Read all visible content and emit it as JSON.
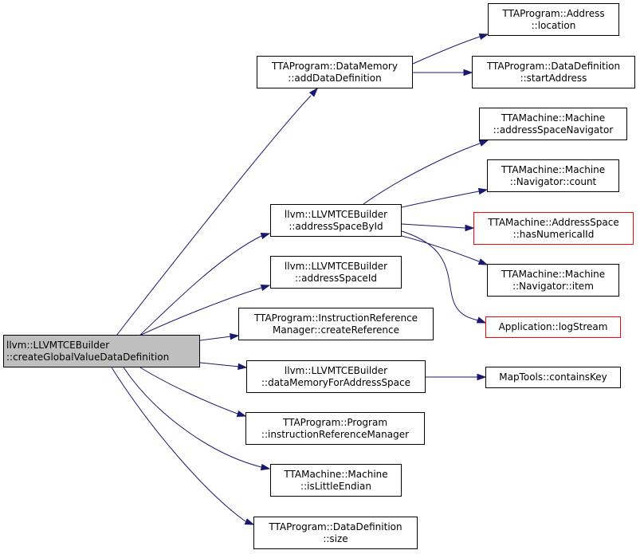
{
  "graph": {
    "root": {
      "id": "root",
      "lines": [
        "llvm::LLVMTCEBuilder",
        "::createGlobalValueDataDefinition"
      ],
      "highlight": true
    },
    "nodes": [
      {
        "id": "n1",
        "lines": [
          "TTAProgram::DataMemory",
          "::addDataDefinition"
        ]
      },
      {
        "id": "n2",
        "lines": [
          "TTAProgram::Address",
          "::location"
        ]
      },
      {
        "id": "n3",
        "lines": [
          "TTAProgram::DataDefinition",
          "::startAddress"
        ]
      },
      {
        "id": "n4",
        "lines": [
          "llvm::LLVMTCEBuilder",
          "::addressSpaceById"
        ]
      },
      {
        "id": "n5",
        "lines": [
          "TTAMachine::Machine",
          "::addressSpaceNavigator"
        ]
      },
      {
        "id": "n6",
        "lines": [
          "TTAMachine::Machine",
          "::Navigator::count"
        ]
      },
      {
        "id": "n7",
        "lines": [
          "TTAMachine::AddressSpace",
          "::hasNumericalId"
        ],
        "border": "red"
      },
      {
        "id": "n8",
        "lines": [
          "TTAMachine::Machine",
          "::Navigator::item"
        ]
      },
      {
        "id": "n9",
        "lines": [
          "Application::logStream"
        ],
        "border": "red"
      },
      {
        "id": "n10",
        "lines": [
          "llvm::LLVMTCEBuilder",
          "::addressSpaceId"
        ]
      },
      {
        "id": "n11",
        "lines": [
          "TTAProgram::InstructionReference",
          "Manager::createReference"
        ]
      },
      {
        "id": "n12",
        "lines": [
          "llvm::LLVMTCEBuilder",
          "::dataMemoryForAddressSpace"
        ]
      },
      {
        "id": "n13",
        "lines": [
          "MapTools::containsKey"
        ]
      },
      {
        "id": "n14",
        "lines": [
          "TTAProgram::Program",
          "::instructionReferenceManager"
        ]
      },
      {
        "id": "n15",
        "lines": [
          "TTAMachine::Machine",
          "::isLittleEndian"
        ]
      },
      {
        "id": "n16",
        "lines": [
          "TTAProgram::DataDefinition",
          "::size"
        ]
      }
    ],
    "edges": [
      {
        "from": "root",
        "to": "n1"
      },
      {
        "from": "root",
        "to": "n4"
      },
      {
        "from": "root",
        "to": "n10"
      },
      {
        "from": "root",
        "to": "n11"
      },
      {
        "from": "root",
        "to": "n12"
      },
      {
        "from": "root",
        "to": "n14"
      },
      {
        "from": "root",
        "to": "n15"
      },
      {
        "from": "root",
        "to": "n16"
      },
      {
        "from": "n1",
        "to": "n2"
      },
      {
        "from": "n1",
        "to": "n3"
      },
      {
        "from": "n4",
        "to": "n5"
      },
      {
        "from": "n4",
        "to": "n6"
      },
      {
        "from": "n4",
        "to": "n7"
      },
      {
        "from": "n4",
        "to": "n8"
      },
      {
        "from": "n4",
        "to": "n9"
      },
      {
        "from": "n12",
        "to": "n13"
      }
    ],
    "colors": {
      "edge": "#191970",
      "root_fill": "#bfbfbf",
      "node_border": "#000000",
      "red_border": "#ff0000"
    }
  }
}
